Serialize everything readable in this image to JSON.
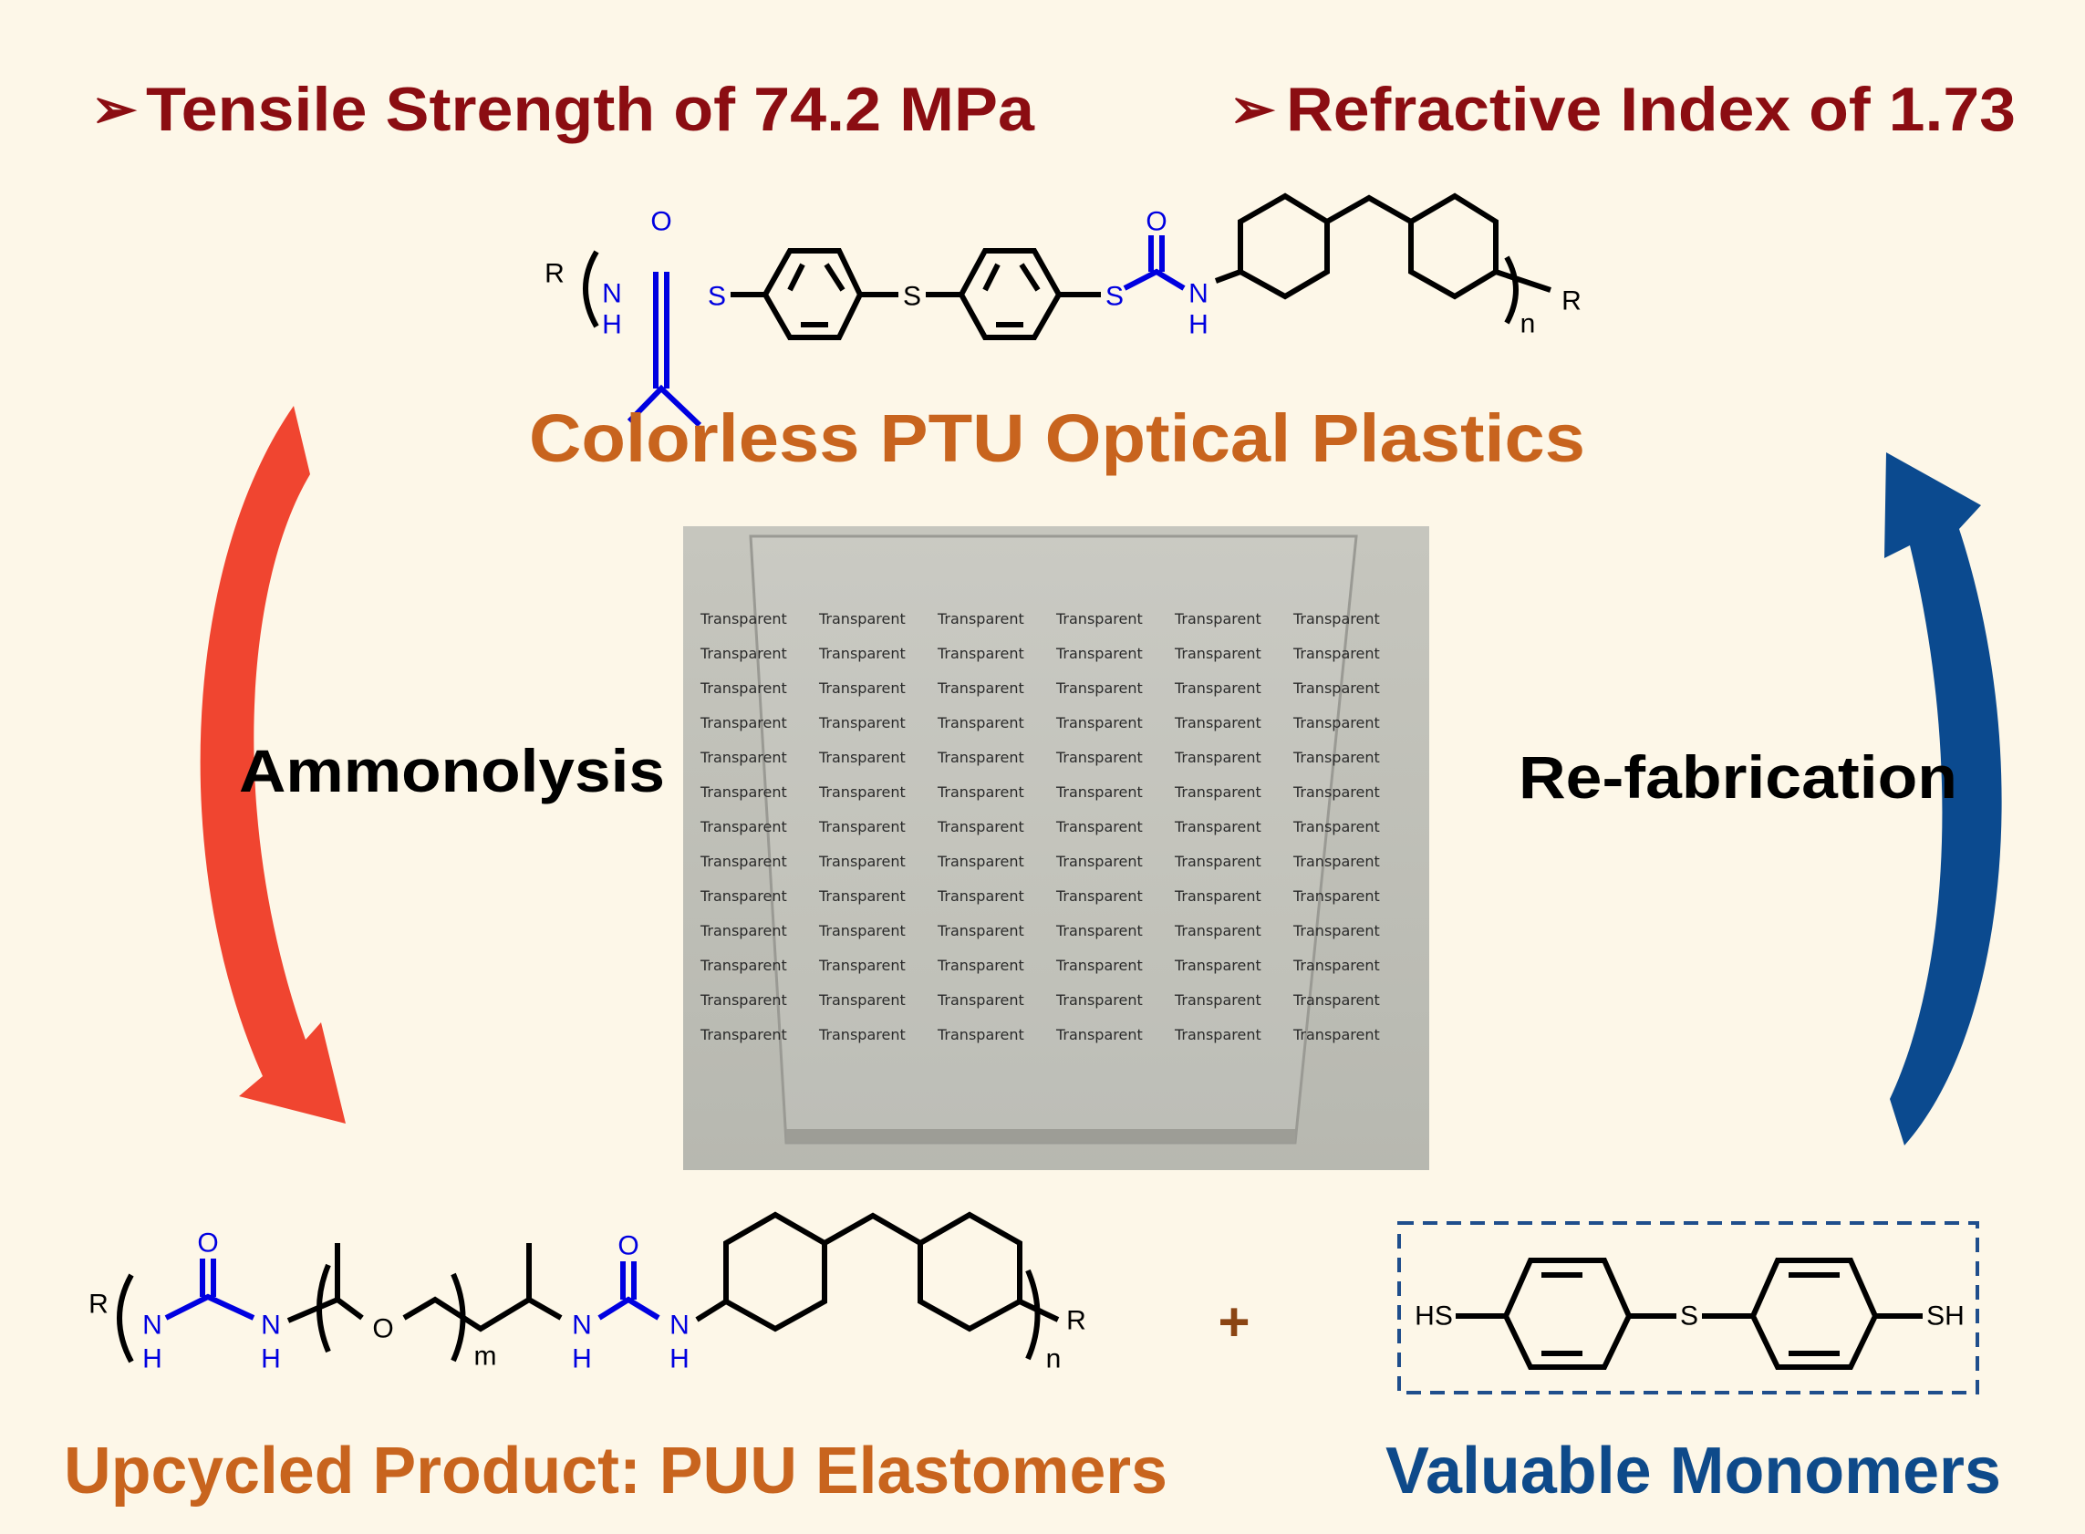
{
  "headline_left": {
    "bullet": "➢",
    "text": "Tensile Strength of 74.2 MPa"
  },
  "headline_right": {
    "bullet": "➢",
    "text": "Refractive Index of 1.73"
  },
  "ptu": {
    "title": "Colorless PTU Optical Plastics",
    "R": "R",
    "N": "N",
    "H": "H",
    "O": "O",
    "S": "S",
    "n": "n"
  },
  "photo": {
    "word": "Transparent"
  },
  "left_arrow_label": "Ammonolysis",
  "right_arrow_label": "Re-fabrication",
  "puu": {
    "title": "Upcycled Product: PUU Elastomers",
    "R": "R",
    "N": "N",
    "H": "H",
    "O": "O",
    "m": "m",
    "n": "n"
  },
  "plus": "+",
  "monomer": {
    "title": "Valuable Monomers",
    "HS": "HS",
    "S": "S",
    "SH": "SH"
  },
  "colors": {
    "dark_red": "#8b0d12",
    "orange": "#c8641e",
    "blue": "#0e4a8a",
    "red_arrow": "#f04530",
    "blue_arrow": "#0b4a8f"
  }
}
